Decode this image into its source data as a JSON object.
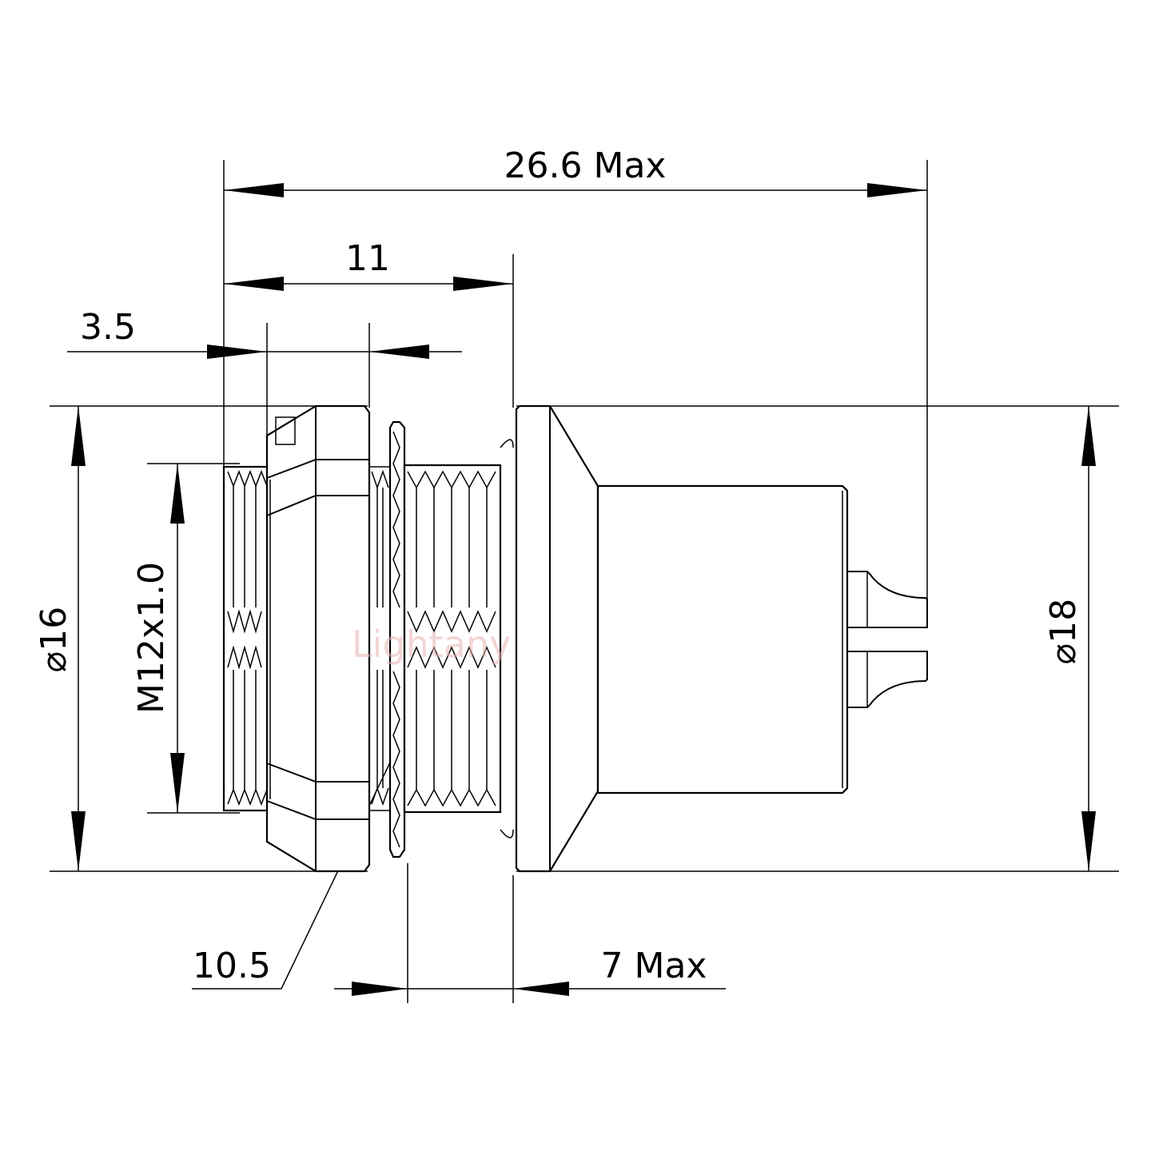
{
  "dimensions": {
    "overall_length": "26.6 Max",
    "flange_to_face": "11",
    "nut_width": "3.5",
    "nut_diameter": "16",
    "thread": "M12x1.0",
    "flange_diameter": "18",
    "panel_cutout": "10.5",
    "panel_thickness": "7 Max"
  },
  "diameter_symbol": "⌀",
  "watermark": "Lightany"
}
